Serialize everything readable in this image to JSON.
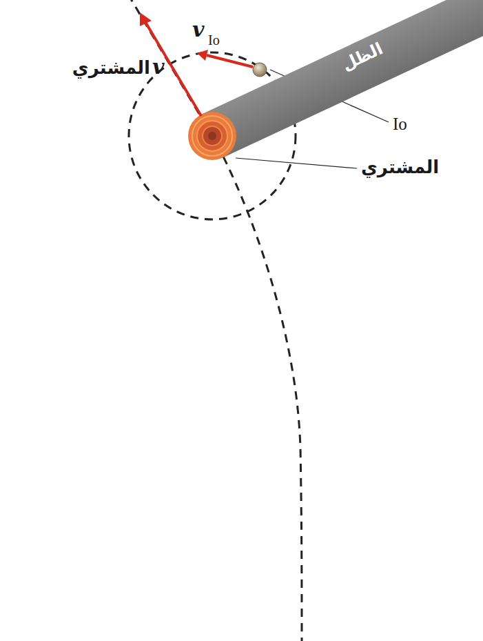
{
  "diagram": {
    "nodes": [
      {
        "text": [
          "الظل"
        ]
      }
    ],
    "labels": [
      "v",
      "Io",
      "المشتري",
      "v",
      "Io",
      "المشتري"
    ]
  }
}
